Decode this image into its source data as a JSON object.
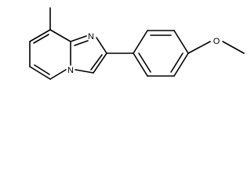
{
  "molecule": {
    "atom_labels": {
      "imidazole_n": "N",
      "bridgehead_n": "N",
      "methoxy_o": "O"
    }
  }
}
